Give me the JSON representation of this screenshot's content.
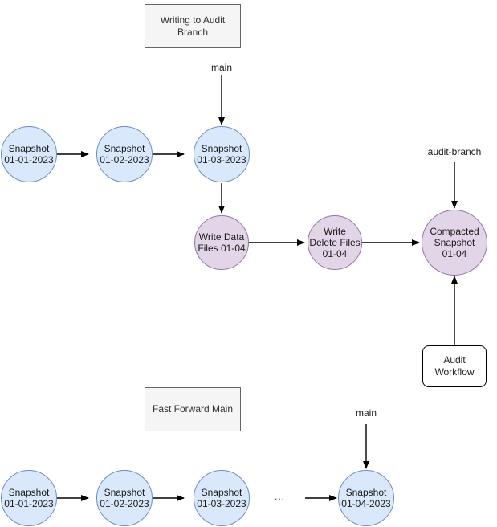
{
  "diagram": {
    "title_groups": [
      {
        "id": "writing-to-audit-branch",
        "label": "Writing to Audit\nBranch"
      },
      {
        "id": "fast-forward-main",
        "label": "Fast Forward Main"
      }
    ],
    "branch_labels": [
      {
        "id": "main-top",
        "label": "main"
      },
      {
        "id": "audit-branch",
        "label": "audit-branch"
      },
      {
        "id": "main-bottom",
        "label": "main"
      }
    ],
    "top_snapshots": [
      {
        "id": "snapshot-01-01-2023-top",
        "label": "Snapshot\n01-01-2023"
      },
      {
        "id": "snapshot-01-02-2023-top",
        "label": "Snapshot\n01-02-2023"
      },
      {
        "id": "snapshot-01-03-2023-top",
        "label": "Snapshot\n01-03-2023"
      }
    ],
    "compaction_nodes": [
      {
        "id": "write-data-files",
        "label": "Write Data\nFiles 01-04"
      },
      {
        "id": "write-delete-files",
        "label": "Write\nDelete Files\n01-04"
      },
      {
        "id": "compacted-snapshot",
        "label": "Compacted\nSnapshot\n01-04"
      }
    ],
    "workflow_box": {
      "id": "audit-workflow",
      "label": "Audit\nWorkflow"
    },
    "bottom_snapshots": [
      {
        "id": "snapshot-01-01-2023-bottom",
        "label": "Snapshot\n01-01-2023"
      },
      {
        "id": "snapshot-01-02-2023-bottom",
        "label": "Snapshot\n01-02-2023"
      },
      {
        "id": "snapshot-01-03-2023-bottom",
        "label": "Snapshot\n01-03-2023"
      },
      {
        "id": "snapshot-01-04-2023-bottom",
        "label": "Snapshot\n01-04-2023"
      }
    ],
    "ellipsis": "...",
    "colors": {
      "snapshot_fill": "#dae8fc",
      "snapshot_stroke": "#6c8ebf",
      "compaction_fill": "#e1d5e7",
      "compaction_stroke": "#9673a6",
      "group_fill": "#f5f5f5",
      "group_stroke": "#666666",
      "arrow_stroke": "#000000",
      "background": "#ffffff"
    }
  }
}
